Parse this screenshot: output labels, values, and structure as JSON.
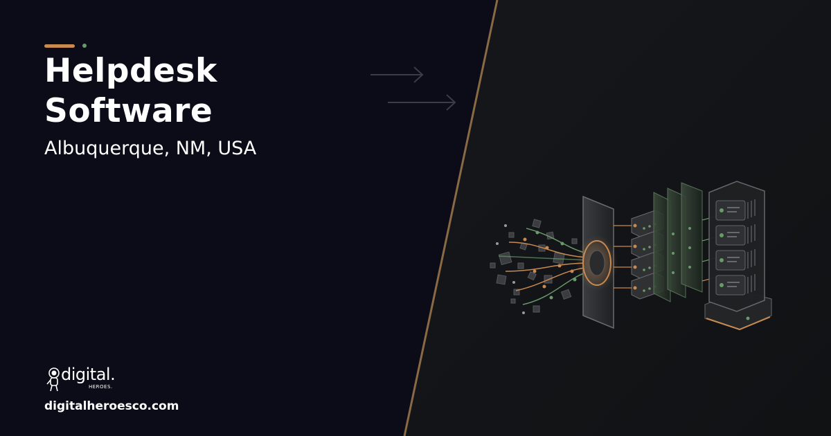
{
  "banner": {
    "title_lines": [
      "Helpdesk",
      "Software"
    ],
    "location": "Albuquerque, NM, USA",
    "logo": {
      "brand": "digital.",
      "sub": "HEROES."
    },
    "website": "digitalheroesco.com"
  },
  "colors": {
    "background_left": "#0b0c17",
    "background_right": "#121417",
    "divider": "#8a6a45",
    "accent_orange": "#c98a52",
    "accent_green": "#6a9a6a",
    "text": "#ffffff"
  },
  "icons": [
    "arrow-right-icon",
    "data-network-illustration",
    "server-stack-icon",
    "astronaut-mascot-icon"
  ]
}
